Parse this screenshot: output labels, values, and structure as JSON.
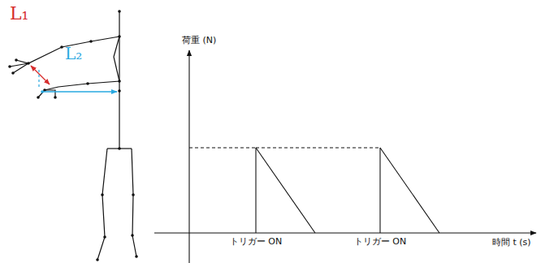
{
  "diagram": {
    "labels": [
      "L₁",
      "L₂",
      "荷重 (N)",
      "トリガー ON",
      "トリガー ON",
      "時間 t (s)"
    ]
  }
}
